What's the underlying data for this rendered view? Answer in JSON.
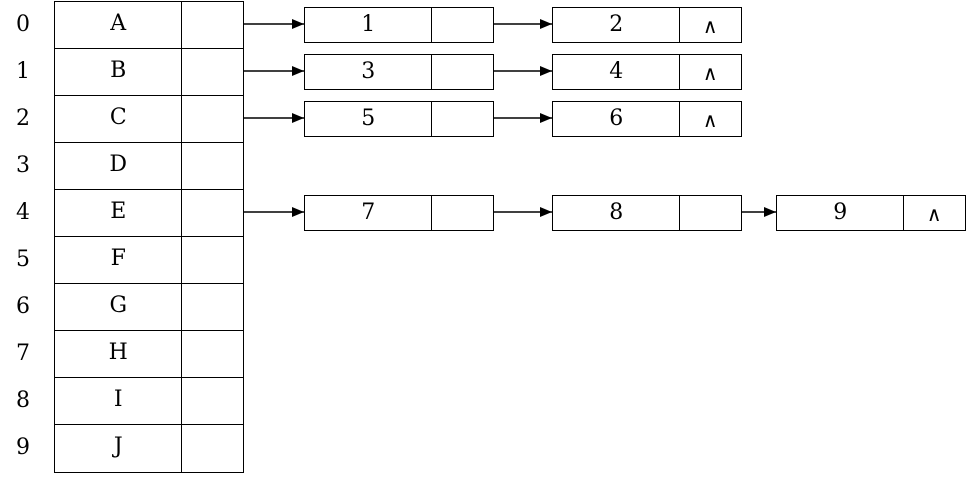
{
  "head_table": {
    "indices": [
      "0",
      "1",
      "2",
      "3",
      "4",
      "5",
      "6",
      "7",
      "8",
      "9"
    ],
    "vertices": [
      "A",
      "B",
      "C",
      "D",
      "E",
      "F",
      "G",
      "H",
      "I",
      "J"
    ]
  },
  "adjacency_lists": [
    {
      "row": 0,
      "nodes": [
        "1",
        "2"
      ]
    },
    {
      "row": 1,
      "nodes": [
        "3",
        "4"
      ]
    },
    {
      "row": 2,
      "nodes": [
        "5",
        "6"
      ]
    },
    {
      "row": 4,
      "nodes": [
        "7",
        "8",
        "9"
      ]
    }
  ],
  "null_symbol": "∧"
}
